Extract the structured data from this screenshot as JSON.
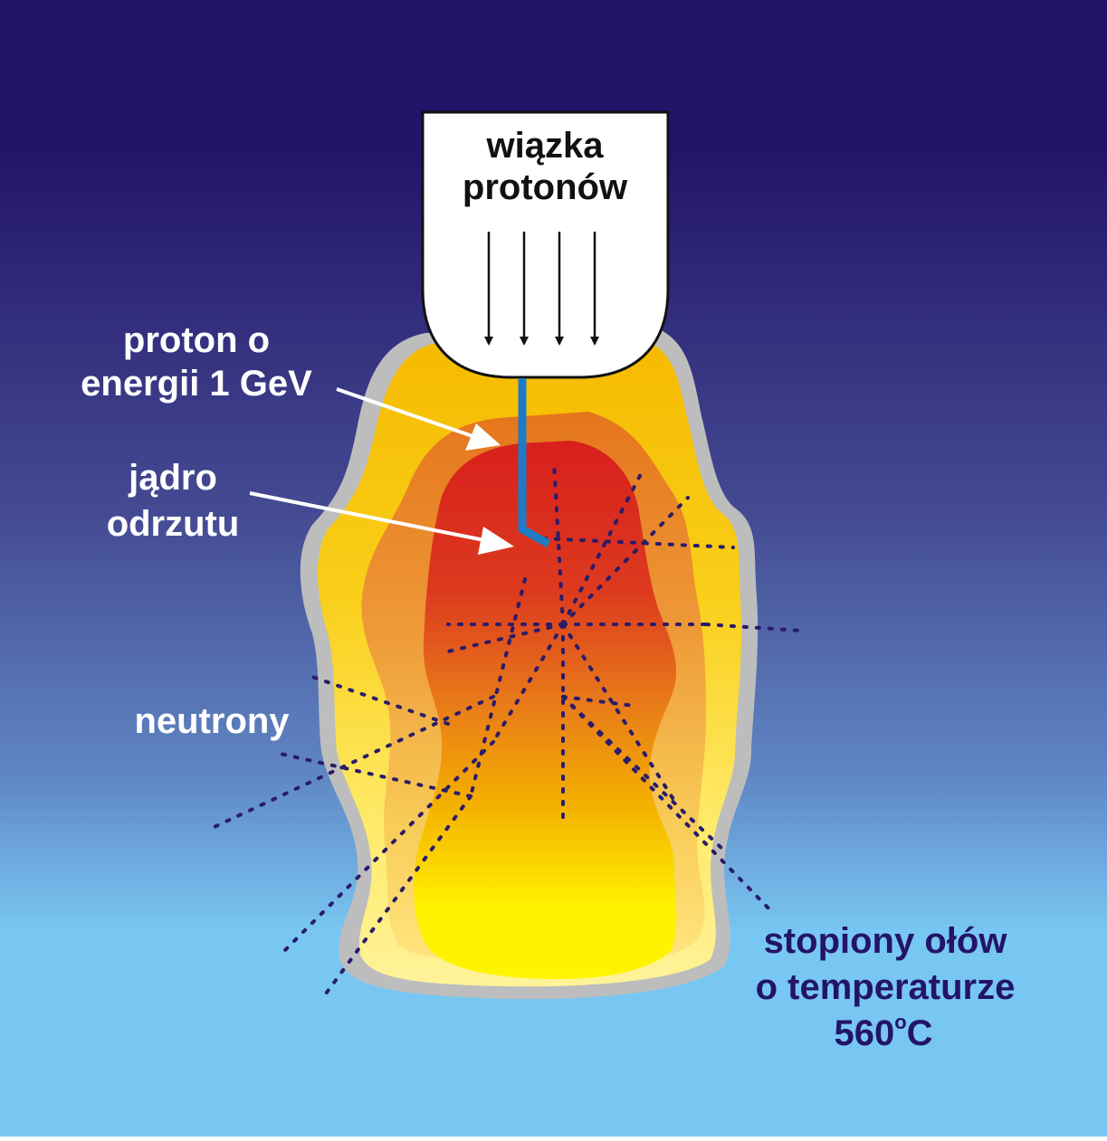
{
  "labels": {
    "beam_line1": "wiązka",
    "beam_line2": "protonów",
    "proton_line1": "proton  o",
    "proton_line2": "energii  1 GeV",
    "recoil_line1": "jądro",
    "recoil_line2": "odrzutu",
    "neutrons": "neutrony",
    "lead_line1": "stopiony  ołów",
    "lead_line2": "o  temperaturze",
    "lead_temp_value": "560",
    "lead_temp_degree": "o",
    "lead_temp_unit": "C"
  },
  "colors": {
    "background_top": "#231469",
    "background_bottom": "#78C6F2",
    "lead_outline": "#BDBDBD",
    "outer_zone": "#F5BE00",
    "middle_zone": "#E8821C",
    "hot_core": "#D92A1E",
    "bottom_zone": "#FFF200",
    "proton_track": "#1E7BC4",
    "neutron_dots": "#2A1B6B",
    "beam_box": "#FFFFFF",
    "label_white": "#FFFFFF",
    "label_dark": "#231469"
  }
}
